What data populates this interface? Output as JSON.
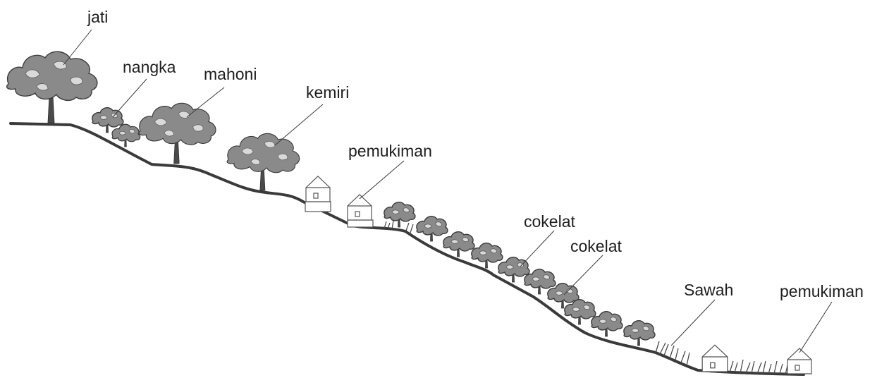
{
  "labels": {
    "jati": "jati",
    "nangka": "nangka",
    "mahoni": "mahoni",
    "kemiri": "kemiri",
    "pemukiman_upper": "pemukiman",
    "cokelat_1": "cokelat",
    "cokelat_2": "cokelat",
    "sawah": "Sawah",
    "pemukiman_lower": "pemukiman"
  }
}
